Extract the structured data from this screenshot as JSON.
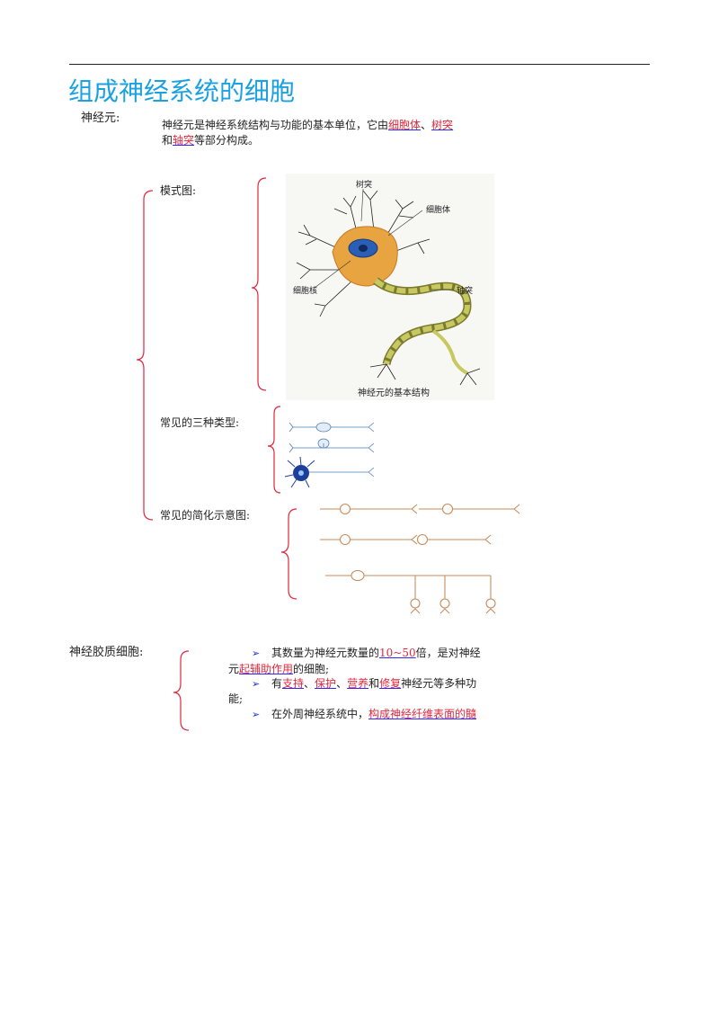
{
  "header": {
    "title": "组成神经系统的细胞"
  },
  "neuron": {
    "label": "神经元:",
    "desc_line1_a": "神经元是神经系统结构与功能的基本单位，它由",
    "term_soma": "细胞体",
    "sep1": "、",
    "term_dendrite": "树突",
    "desc_line2_a": "和",
    "term_axon": "轴突",
    "desc_line2_b": "等部分构成。",
    "model_label": "模式图:",
    "types_label": "常见的三种类型:",
    "simple_label": "常见的简化示意图:"
  },
  "diagram": {
    "dendrite": "树突",
    "soma": "细胞体",
    "nucleus": "细胞核",
    "axon": "轴突",
    "caption": "神经元的基本结构"
  },
  "glia": {
    "label": "神经胶质细胞:",
    "b1_a": "其数量为神经元数量的",
    "b1_num": "10~50",
    "b1_b": "倍，是对神经",
    "b1_c": "元",
    "b1_red": "起辅助作用",
    "b1_d": "的细胞;",
    "b2_a": "有",
    "b2_t1": "支持",
    "b2_s1": "、",
    "b2_t2": "保护",
    "b2_s2": "、",
    "b2_t3": "营养",
    "b2_s3": "和",
    "b2_t4": "修复",
    "b2_b": "神经元等多种功",
    "b2_c": "能;",
    "b3_a": "在外周神经系统中，",
    "b3_red": "构成神经纤维表面的髓"
  },
  "colors": {
    "title": "#1ba1e2",
    "bracket": "#e0283c",
    "highlight": "#e0283c",
    "bullet": "#1a2fd0",
    "schematic": "#c98b5a"
  }
}
